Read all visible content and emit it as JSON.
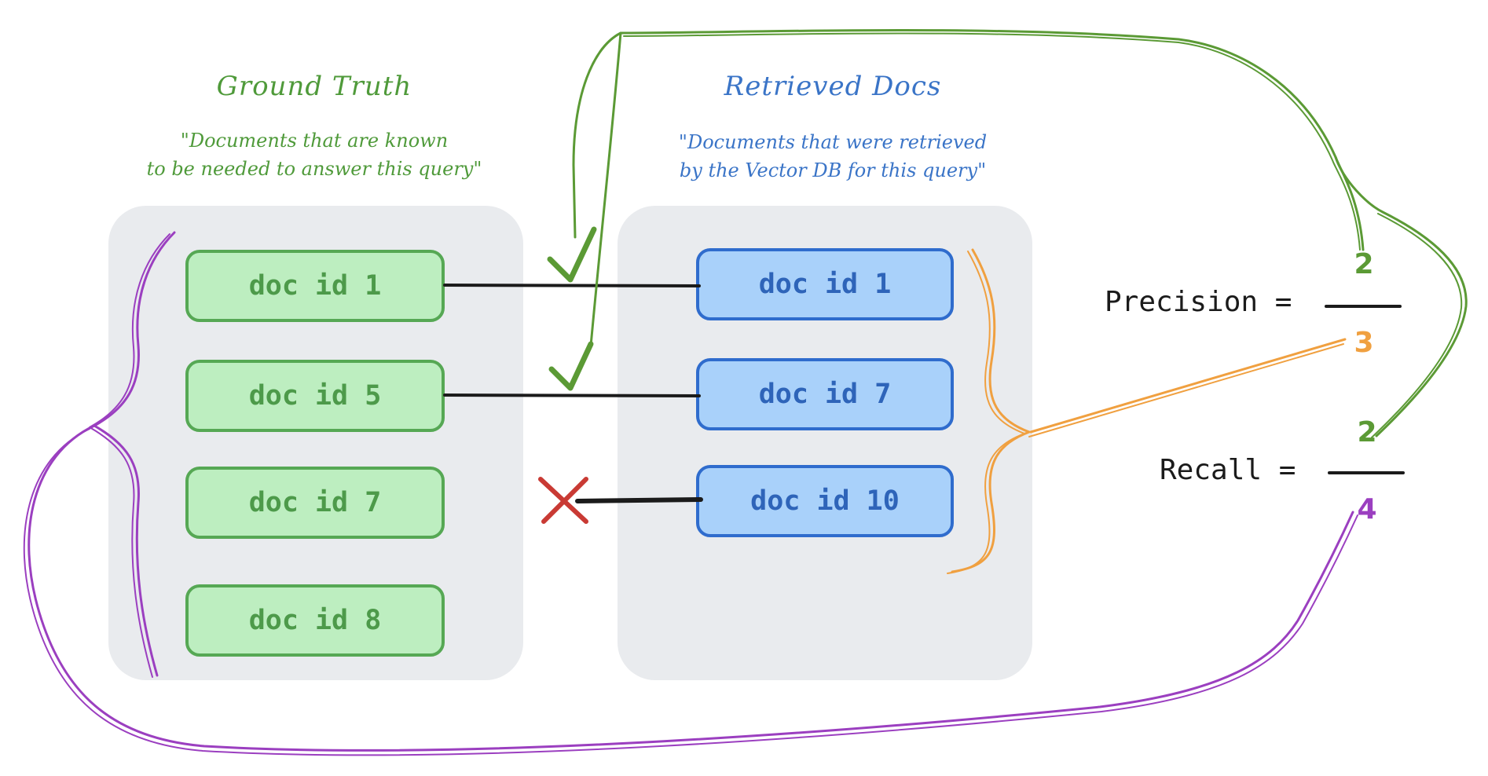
{
  "ground_truth": {
    "title": "Ground Truth",
    "subtitle_line1": "\"Documents that are known",
    "subtitle_line2": "to be needed to answer this query\"",
    "docs": [
      "doc id 1",
      "doc id 5",
      "doc id 7",
      "doc id 8"
    ]
  },
  "retrieved": {
    "title": "Retrieved Docs",
    "subtitle_line1": "\"Documents that were retrieved",
    "subtitle_line2": "by the Vector DB for this query\"",
    "docs": [
      "doc id 1",
      "doc id 7",
      "doc id 10"
    ]
  },
  "precision": {
    "label": "Precision =",
    "numerator": "2",
    "denominator": "3"
  },
  "recall": {
    "label": "Recall =",
    "numerator": "2",
    "denominator": "4"
  },
  "colors": {
    "match": "#5b9a35",
    "retrieved_brace": "#f0a040",
    "ground_truth_brace": "#9b3fc0",
    "mismatch": "#c93a34"
  }
}
